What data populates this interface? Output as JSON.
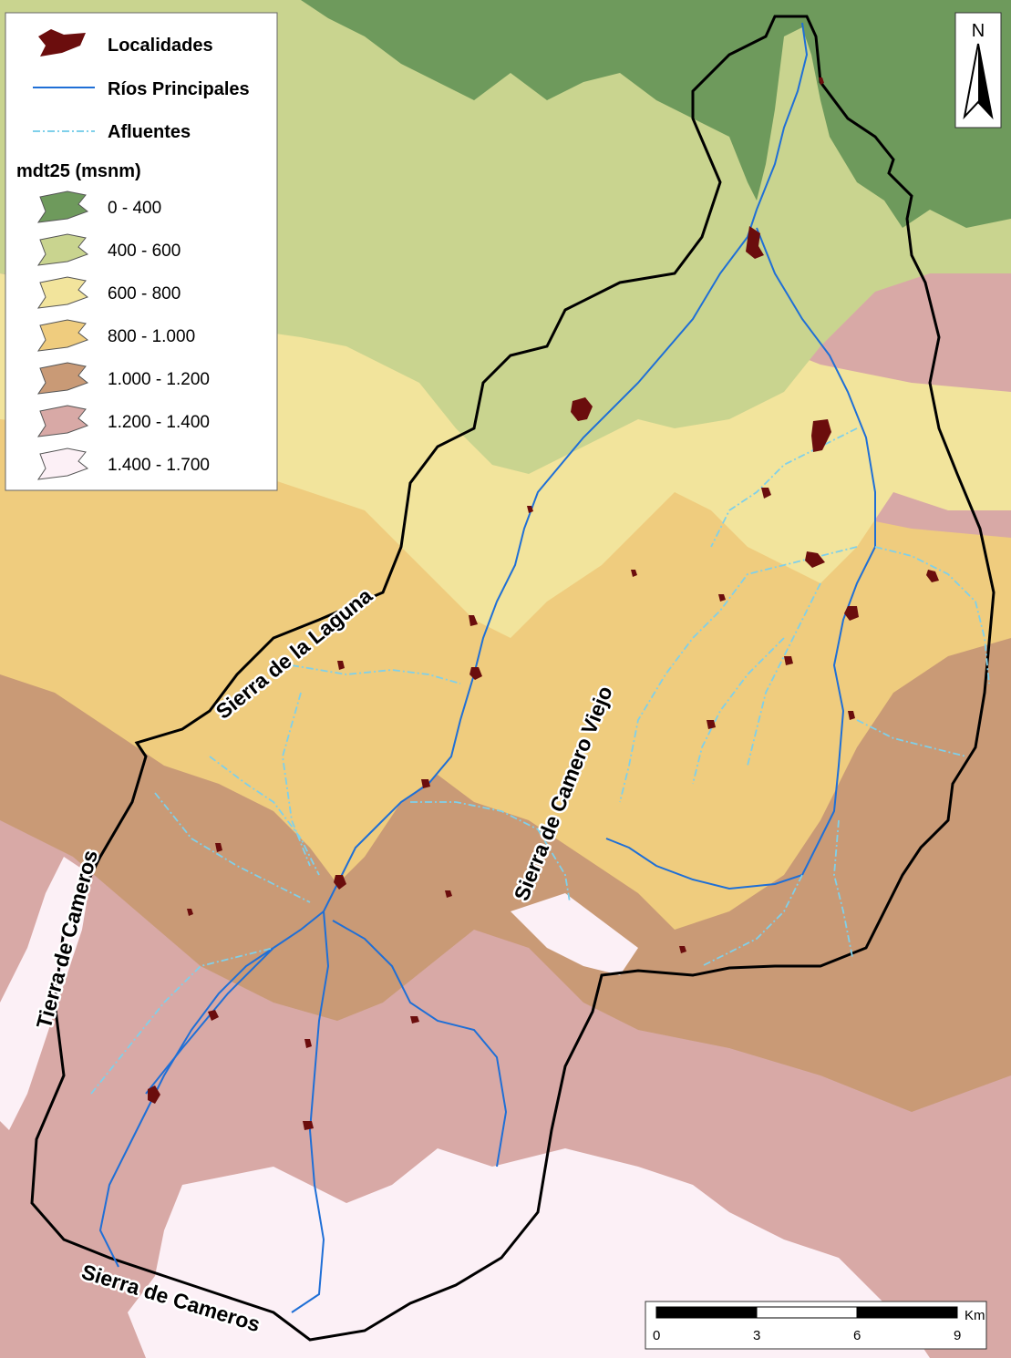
{
  "legend": {
    "localidades": "Localidades",
    "rios_principales": "Ríos Principales",
    "afluentes": "Afluentes",
    "elevation_title": "mdt25 (msnm)",
    "ranges": [
      {
        "label": "0 - 400",
        "color": "#6e9a5c"
      },
      {
        "label": "400 - 600",
        "color": "#c9d48f"
      },
      {
        "label": "600 - 800",
        "color": "#f2e49c"
      },
      {
        "label": "800 - 1.000",
        "color": "#efcc7e"
      },
      {
        "label": "1.000 - 1.200",
        "color": "#c99a76"
      },
      {
        "label": "1.200 - 1.400",
        "color": "#d8a9a6"
      },
      {
        "label": "1.400 - 1.700",
        "color": "#fcf0f6"
      }
    ]
  },
  "north_arrow": {
    "label": "N"
  },
  "scale_bar": {
    "unit": "Km",
    "ticks": [
      "0",
      "3",
      "6",
      "9"
    ]
  },
  "region_labels": {
    "sierra_laguna": "Sierra de la Laguna",
    "sierra_camero_viejo": "Sierra de Camero Viejo",
    "tierra_cameros": "Tierra de Cameros",
    "sierra_cameros": "Sierra de Cameros"
  },
  "colors": {
    "river_main": "#1f6fd6",
    "river_tributary": "#7fd0ea",
    "locality": "#6b0d0d",
    "basin_border": "#000000"
  }
}
